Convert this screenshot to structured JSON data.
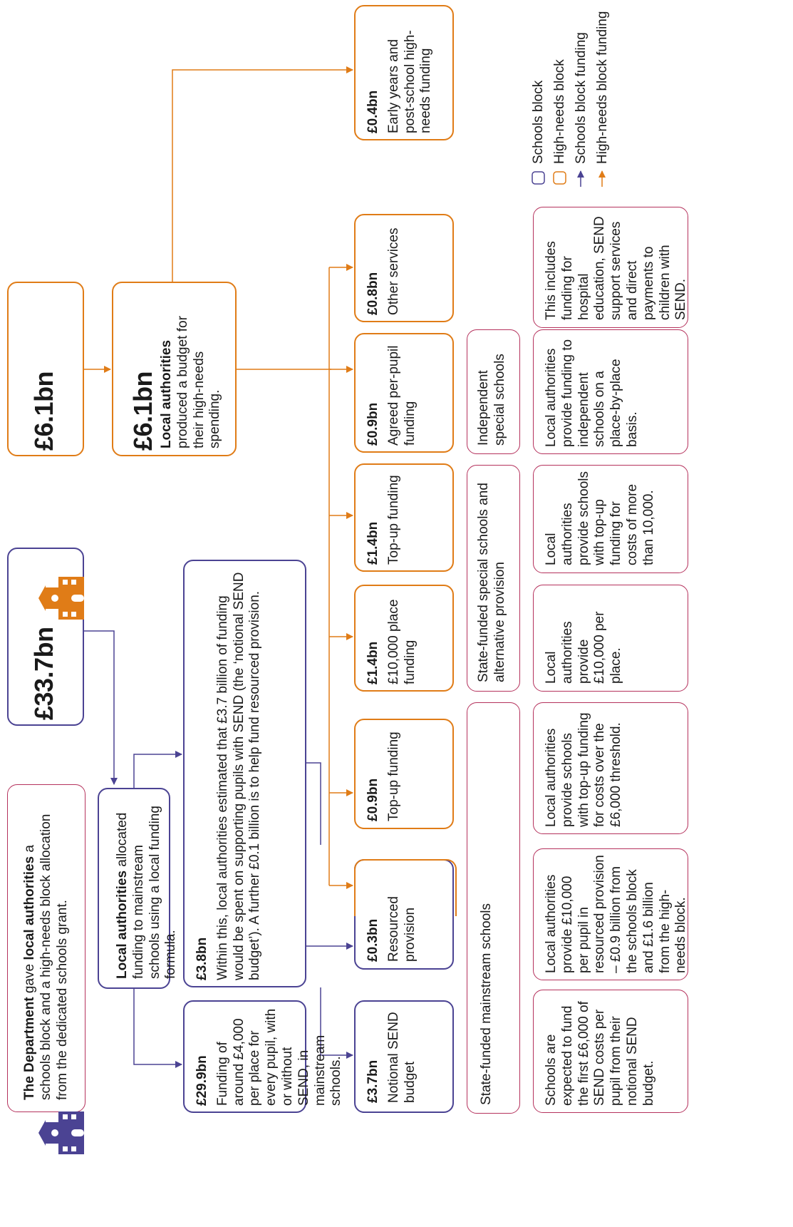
{
  "intro": {
    "bold_1": "The Department",
    "text_1": " gave ",
    "bold_2": "local authorities",
    "text_2": " a schools block and a high-needs block allocation from the dedicated schools grant."
  },
  "schools_block": {
    "amount": "£33.7bn"
  },
  "high_needs_block": {
    "amount": "£6.1bn"
  },
  "la_mainstream": {
    "bold": "Local authorities",
    "text": " allocated funding to mainstream schools using a local funding formula."
  },
  "la_high_needs": {
    "amount": "£6.1bn",
    "bold": "Local authorities",
    "text": " produced a budget for their high-needs spending."
  },
  "funding_29_9": {
    "amount": "£29.9bn",
    "text": "Funding of around £4,000 per place for every pupil, with or without SEND, in mainstream schools."
  },
  "funding_3_8": {
    "amount": "£3.8bn",
    "text": "Within this, local authorities estimated that £3.7 billion of funding would be spent on supporting pupils with SEND (the ‘notional SEND budget’). A further £0.1 billion is to help fund resourced provision."
  },
  "recipients": [
    {
      "amount": "£3.7bn",
      "label": "Notional SEND budget"
    },
    {
      "amount": "£0.3bn",
      "label": "Resourced provision"
    },
    {
      "amount": "£0.9bn",
      "label": "Top-up funding"
    },
    {
      "amount": "£1.4bn",
      "label": "£10,000 place funding"
    },
    {
      "amount": "£1.4bn",
      "label": "Top-up funding"
    },
    {
      "amount": "£0.9bn",
      "label": "Agreed per-pupil funding"
    },
    {
      "amount": "£0.8bn",
      "label": "Other services"
    },
    {
      "amount": "£0.4bn",
      "label": "Early years and post-school high-needs funding"
    }
  ],
  "categories": [
    {
      "label": "State-funded mainstream schools"
    },
    {
      "label": "State-funded special schools and alternative provision"
    },
    {
      "label": "Independent special schools"
    }
  ],
  "notes": [
    {
      "text": "Schools are expected to fund the first £6,000 of SEND costs per pupil from their notional SEND budget."
    },
    {
      "text": "Local authorities provide £10,000 per pupil in resourced provision – £0.9 billion from the schools block and £1.6 billion from the high-needs block."
    },
    {
      "text": "Local authorities provide schools with top-up funding for costs over the £6,000 threshold."
    },
    {
      "text": "Local authorities provide £10,000 per place."
    },
    {
      "text": "Local authorities provide schools with top-up funding for costs of more than 10,000."
    },
    {
      "text": "Local authorities provide funding to independent schools on a place-by-place basis."
    },
    {
      "text": "This includes funding for hospital education, SEND support services and direct payments to children with SEND."
    }
  ],
  "legend": [
    {
      "label": "Schools block"
    },
    {
      "label": "High-needs block"
    },
    {
      "label": "Schools block funding"
    },
    {
      "label": "High-needs block funding"
    }
  ],
  "colors": {
    "schools_block": "#4b4393",
    "high_needs": "#e07c17",
    "notes_border": "#b5325d"
  }
}
